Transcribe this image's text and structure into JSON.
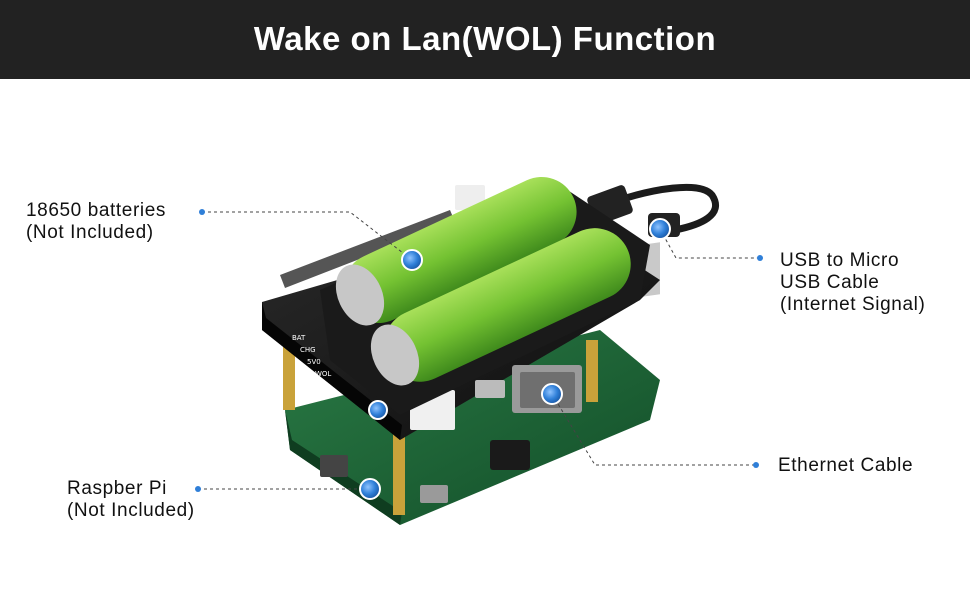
{
  "header": {
    "title": "Wake on Lan(WOL) Function"
  },
  "callouts": {
    "batteries": {
      "line1": "18650 batteries",
      "line2": "(Not Included)"
    },
    "usb": {
      "line1": "USB to Micro",
      "line2": "USB Cable",
      "line3": "(Internet Signal)"
    },
    "ethernet": {
      "line1": "Ethernet Cable"
    },
    "raspberry": {
      "line1": "Raspber Pi",
      "line2": "(Not Included)"
    }
  },
  "colors": {
    "header_bg": "#222222",
    "marker_blue": "#2f7fd8",
    "battery_green": "#7cc83a",
    "pcb_green": "#1f6b3a",
    "hat_black": "#1b1b1b"
  },
  "icons": {
    "marker": "blue-dot-marker"
  }
}
